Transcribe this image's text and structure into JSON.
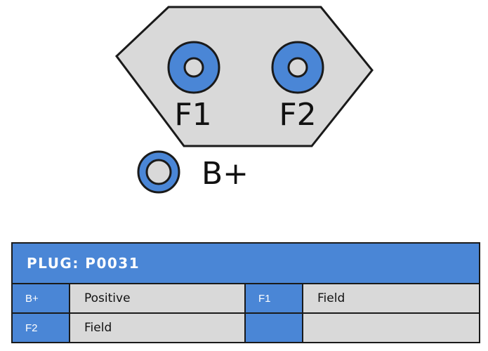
{
  "diagram": {
    "terminals": [
      {
        "label": "F1"
      },
      {
        "label": "F2"
      },
      {
        "label": "B+"
      }
    ]
  },
  "colors": {
    "terminal_blue": "#4a86d6",
    "body_gray": "#d9d9d9",
    "outline": "#1a1a1a"
  },
  "plug": {
    "title": "PLUG: P0031",
    "rows": [
      {
        "pin1": "B+",
        "desc1": "Positive",
        "pin2": "F1",
        "desc2": "Field"
      },
      {
        "pin1": "F2",
        "desc1": "Field",
        "pin2": "",
        "desc2": ""
      }
    ]
  }
}
